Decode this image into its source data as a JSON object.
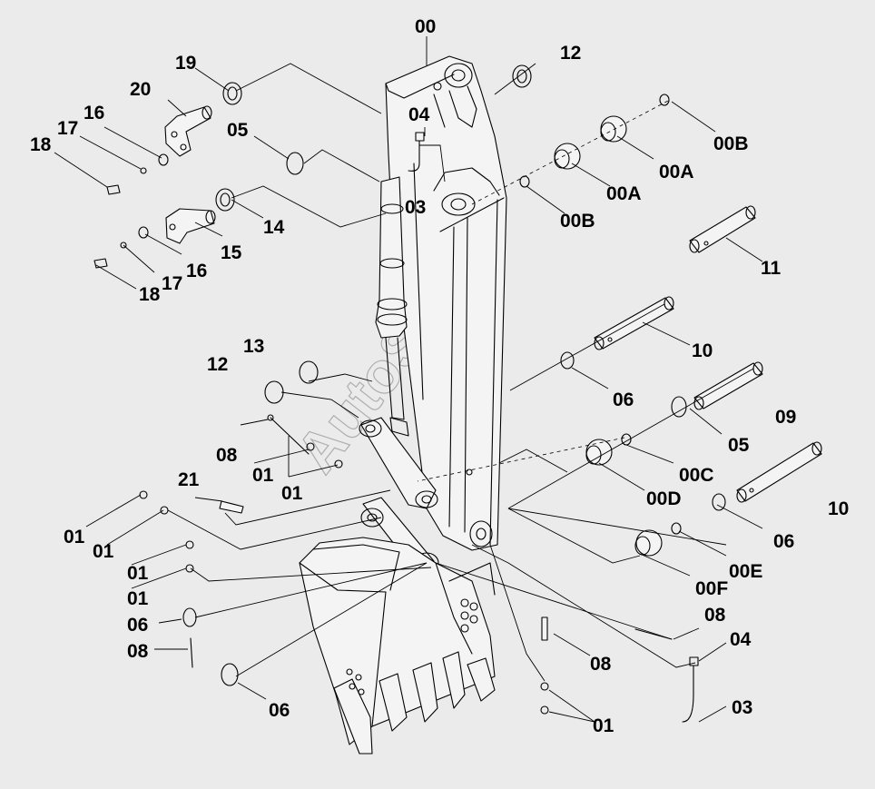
{
  "watermark": "AutoSoft",
  "labels": {
    "l00": "00",
    "l12a": "12",
    "l19": "19",
    "l20": "20",
    "l16a": "16",
    "l17a": "17",
    "l18a": "18",
    "l05a": "05",
    "l04a": "04",
    "l03a": "03",
    "l14": "14",
    "l15": "15",
    "l16b": "16",
    "l17b": "17",
    "l18b": "18",
    "l00Ba": "00B",
    "l00Aa": "00A",
    "l00Ab": "00A",
    "l00Bb": "00B",
    "l11": "11",
    "l10a": "10",
    "l06a": "06",
    "l13": "13",
    "l12b": "12",
    "l08a": "08",
    "l01a": "01",
    "l01b": "01",
    "l21": "21",
    "l01c": "01",
    "l01d": "01",
    "l01e": "01",
    "l01f": "01",
    "l06b": "06",
    "l08b": "08",
    "l06c": "06",
    "l09": "09",
    "l05b": "05",
    "l00C": "00C",
    "l00D": "00D",
    "l10b": "10",
    "l06d": "06",
    "l00E": "00E",
    "l00F": "00F",
    "l08c": "08",
    "l04b": "04",
    "l08d": "08",
    "l03b": "03",
    "l01g": "01"
  }
}
